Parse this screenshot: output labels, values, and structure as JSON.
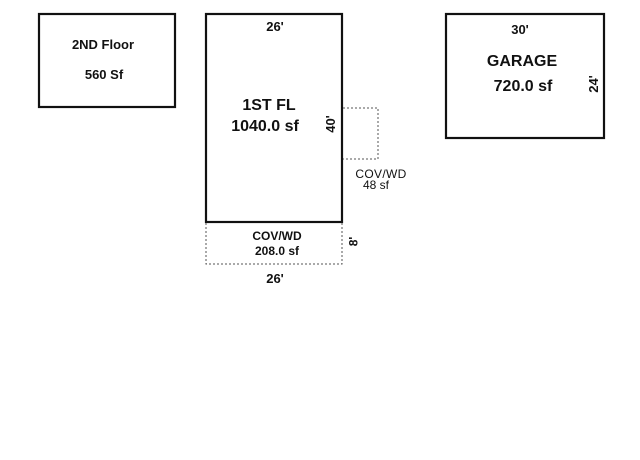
{
  "second_floor": {
    "title": "2ND Floor",
    "area": "560 Sf"
  },
  "first_floor": {
    "title": "1ST FL",
    "area": "1040.0 sf",
    "width_top": "26'",
    "depth": "40'"
  },
  "side_deck": {
    "title": "COV/WD",
    "area": "48 sf"
  },
  "front_deck": {
    "title": "COV/WD",
    "area": "208.0 sf",
    "depth": "8'",
    "width_bottom": "26'"
  },
  "garage": {
    "title": "GARAGE",
    "area": "720.0 sf",
    "width": "30'",
    "depth": "24'"
  },
  "colors": {
    "line": "#111111",
    "dashed": "#555555",
    "background": "#ffffff"
  }
}
